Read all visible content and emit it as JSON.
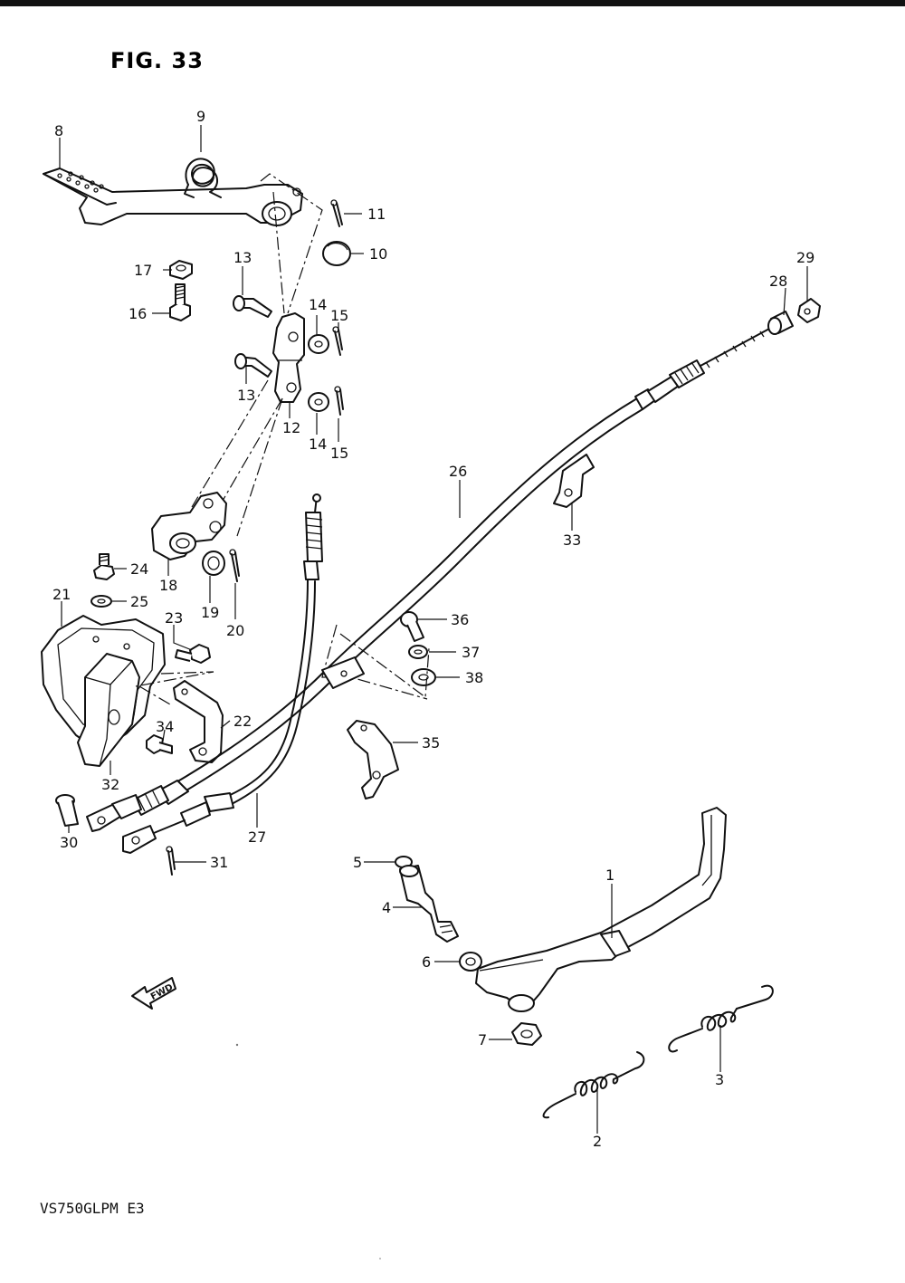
{
  "figure_title": "FIG. 33",
  "model_code": "VS750GLPM E3",
  "direction_marker": "FWD",
  "callouts": [
    {
      "id": "c1",
      "text": "1"
    },
    {
      "id": "c2",
      "text": "2"
    },
    {
      "id": "c3",
      "text": "3"
    },
    {
      "id": "c4",
      "text": "4"
    },
    {
      "id": "c5",
      "text": "5"
    },
    {
      "id": "c6",
      "text": "6"
    },
    {
      "id": "c7",
      "text": "7"
    },
    {
      "id": "c8",
      "text": "8"
    },
    {
      "id": "c9",
      "text": "9"
    },
    {
      "id": "c10",
      "text": "10"
    },
    {
      "id": "c11",
      "text": "11"
    },
    {
      "id": "c12",
      "text": "12"
    },
    {
      "id": "c13a",
      "text": "13"
    },
    {
      "id": "c13b",
      "text": "13"
    },
    {
      "id": "c14a",
      "text": "14"
    },
    {
      "id": "c14b",
      "text": "14"
    },
    {
      "id": "c15a",
      "text": "15"
    },
    {
      "id": "c15b",
      "text": "15"
    },
    {
      "id": "c16",
      "text": "16"
    },
    {
      "id": "c17",
      "text": "17"
    },
    {
      "id": "c18",
      "text": "18"
    },
    {
      "id": "c19",
      "text": "19"
    },
    {
      "id": "c20",
      "text": "20"
    },
    {
      "id": "c21",
      "text": "21"
    },
    {
      "id": "c22",
      "text": "22"
    },
    {
      "id": "c23",
      "text": "23"
    },
    {
      "id": "c24",
      "text": "24"
    },
    {
      "id": "c25",
      "text": "25"
    },
    {
      "id": "c26",
      "text": "26"
    },
    {
      "id": "c27",
      "text": "27"
    },
    {
      "id": "c28",
      "text": "28"
    },
    {
      "id": "c29",
      "text": "29"
    },
    {
      "id": "c30",
      "text": "30"
    },
    {
      "id": "c31",
      "text": "31"
    },
    {
      "id": "c32",
      "text": "32"
    },
    {
      "id": "c33",
      "text": "33"
    },
    {
      "id": "c34",
      "text": "34"
    },
    {
      "id": "c35",
      "text": "35"
    },
    {
      "id": "c36",
      "text": "36"
    },
    {
      "id": "c37",
      "text": "37"
    },
    {
      "id": "c38",
      "text": "38"
    }
  ]
}
